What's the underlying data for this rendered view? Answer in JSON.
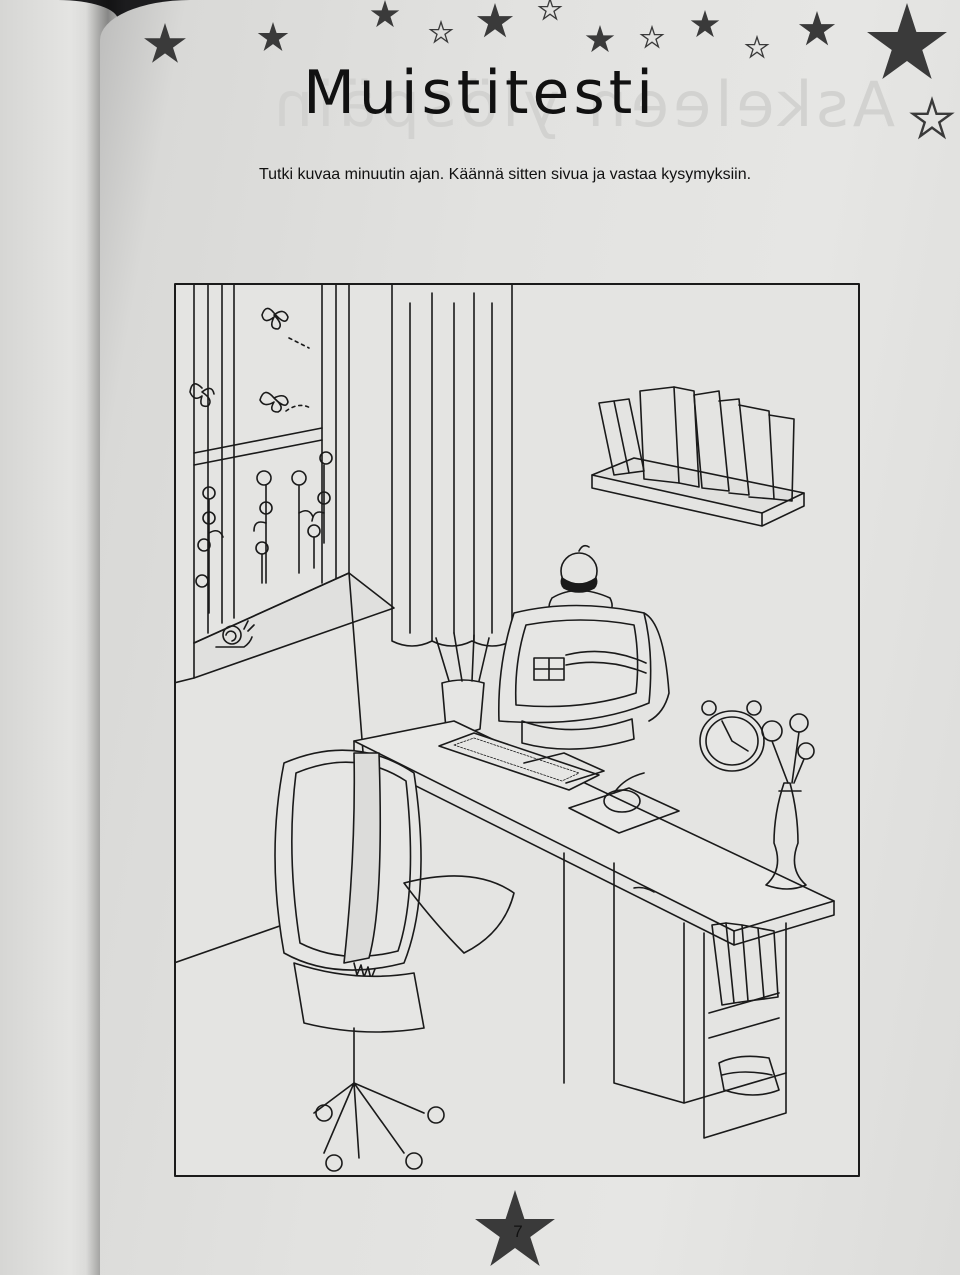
{
  "page": {
    "title": "Muistitesti",
    "instruction": "Tutki kuvaa minuutin ajan. Käännä sitten sivua ja vastaa kysymyksiin.",
    "page_number": "7"
  },
  "colors": {
    "star_fill": "#3a3a3a",
    "paper": "#e2e2e0",
    "ink": "#1a1a1a"
  },
  "icons": [
    "star-icon",
    "star-outline-icon",
    "snail-icon",
    "butterfly-icon",
    "clock-icon"
  ]
}
